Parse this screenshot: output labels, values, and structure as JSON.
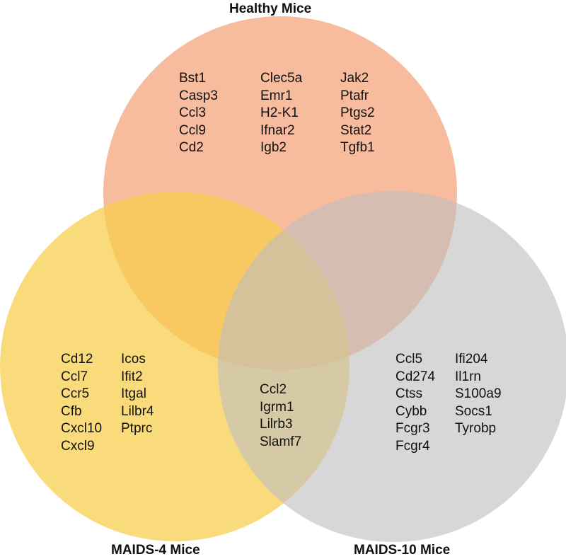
{
  "sets": [
    {
      "id": "healthy",
      "label": "Healthy Mice",
      "color": "#F4A277",
      "opacity": 0.72
    },
    {
      "id": "maids4",
      "label": "MAIDS-4 Mice",
      "color": "#F8CD4A",
      "opacity": 0.72
    },
    {
      "id": "maids10",
      "label": "MAIDS-10 Mice",
      "color": "#C0BFBF",
      "opacity": 0.62
    }
  ],
  "regions": {
    "healthy_only": {
      "col1": [
        "Bst1",
        "Casp3",
        "Ccl3",
        "Ccl9",
        "Cd2"
      ],
      "col2": [
        "Clec5a",
        "Emr1",
        "H2-K1",
        "Ifnar2",
        "Igb2"
      ],
      "col3": [
        "Jak2",
        "Ptafr",
        "Ptgs2",
        "Stat2",
        "Tgfb1"
      ]
    },
    "maids4_only": {
      "col1": [
        "Cd12",
        "Ccl7",
        "Ccr5",
        "Cfb",
        "Cxcl10",
        "Cxcl9"
      ],
      "col2": [
        "Icos",
        "Ifit2",
        "Itgal",
        "Lilbr4",
        "Ptprc"
      ]
    },
    "maids4_and_maids10": {
      "col1": [
        "Ccl2",
        "Igrm1",
        "Lilrb3",
        "Slamf7"
      ]
    },
    "maids10_only": {
      "col1": [
        "Ccl5",
        "Cd274",
        "Ctss",
        "Cybb",
        "Fcgr3",
        "Fcgr4"
      ],
      "col2": [
        "Ifi204",
        "Il1rn",
        "S100a9",
        "Socs1",
        "Tyrobp"
      ]
    }
  }
}
